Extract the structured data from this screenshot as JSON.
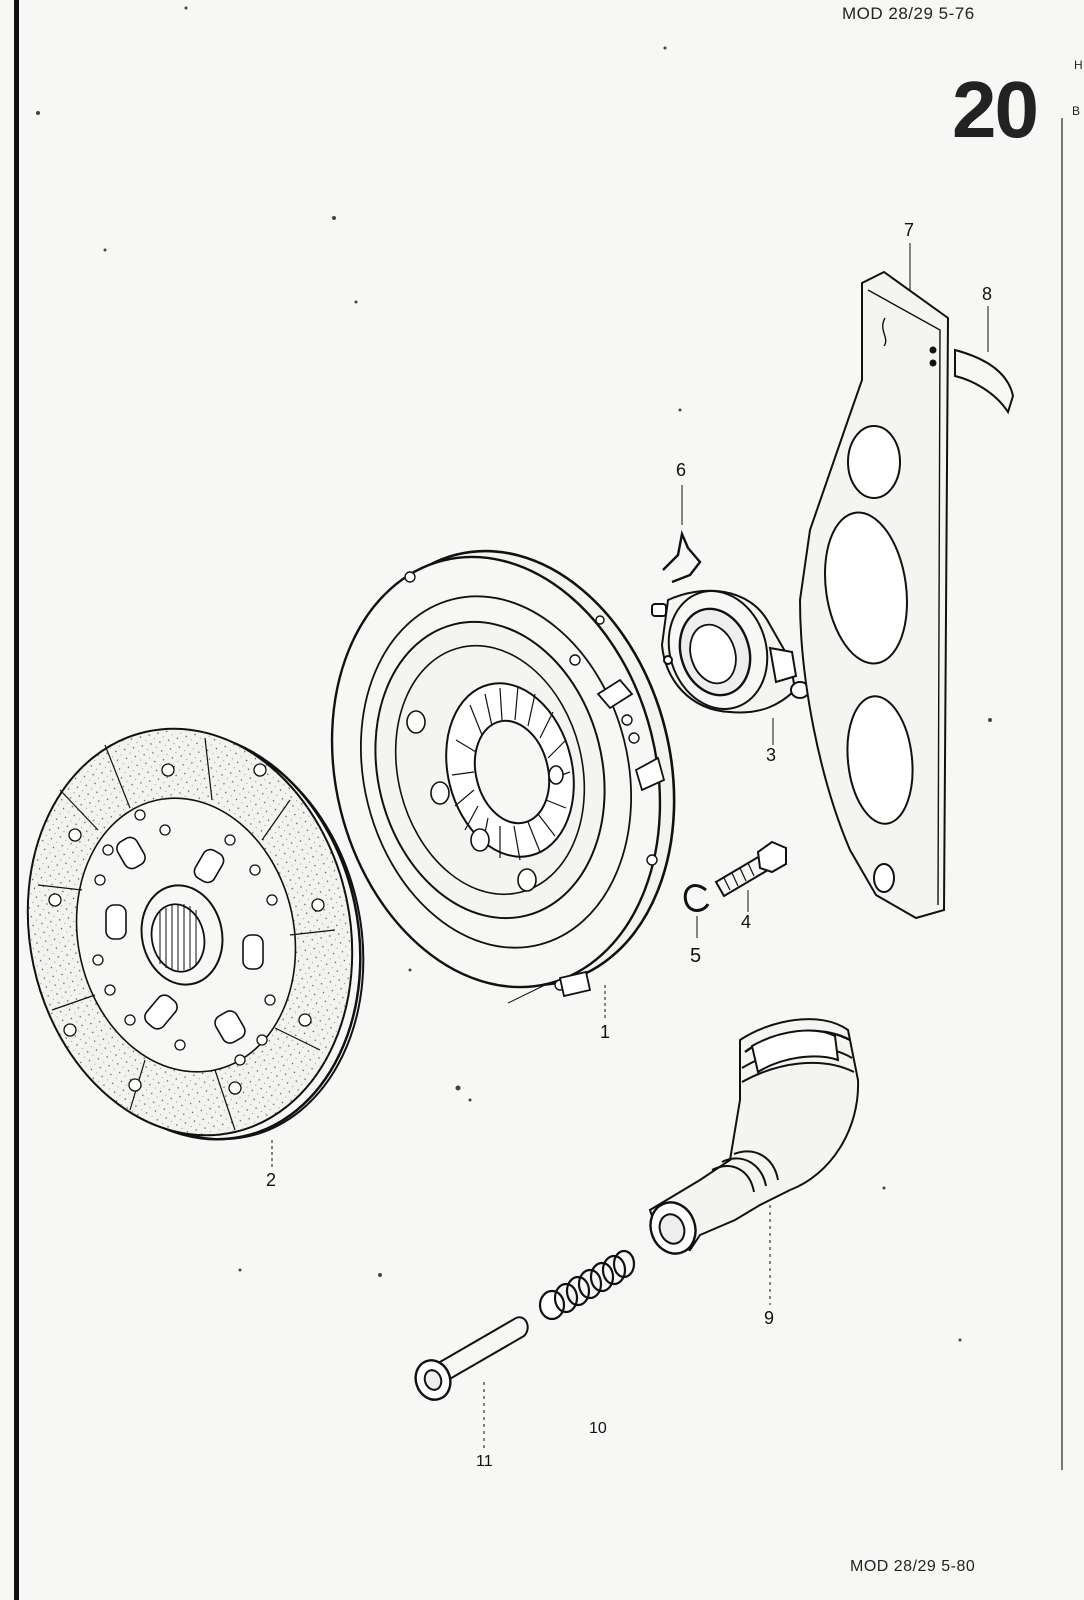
{
  "header": {
    "model_code_top": "MOD 28/29  5-76",
    "section_number": "20",
    "edge_letter_h": "H",
    "edge_letter_b": "B"
  },
  "footer": {
    "model_code_bottom": "MOD 28/29  5-80"
  },
  "callouts": [
    {
      "id": "1",
      "label": "1",
      "part": "clutch-pressure-plate"
    },
    {
      "id": "2",
      "label": "2",
      "part": "clutch-disc"
    },
    {
      "id": "3",
      "label": "3",
      "part": "release-bearing"
    },
    {
      "id": "4",
      "label": "4",
      "part": "bolt"
    },
    {
      "id": "5",
      "label": "5",
      "part": "lock-washer"
    },
    {
      "id": "6",
      "label": "6",
      "part": "retaining-spring"
    },
    {
      "id": "7",
      "label": "7",
      "part": "release-lever-plate"
    },
    {
      "id": "8",
      "label": "8",
      "part": "rubber-strip"
    },
    {
      "id": "9",
      "label": "9",
      "part": "guide-sleeve-boot"
    },
    {
      "id": "10",
      "label": "10",
      "part": "spring"
    },
    {
      "id": "11",
      "label": "11",
      "part": "pushrod"
    }
  ]
}
